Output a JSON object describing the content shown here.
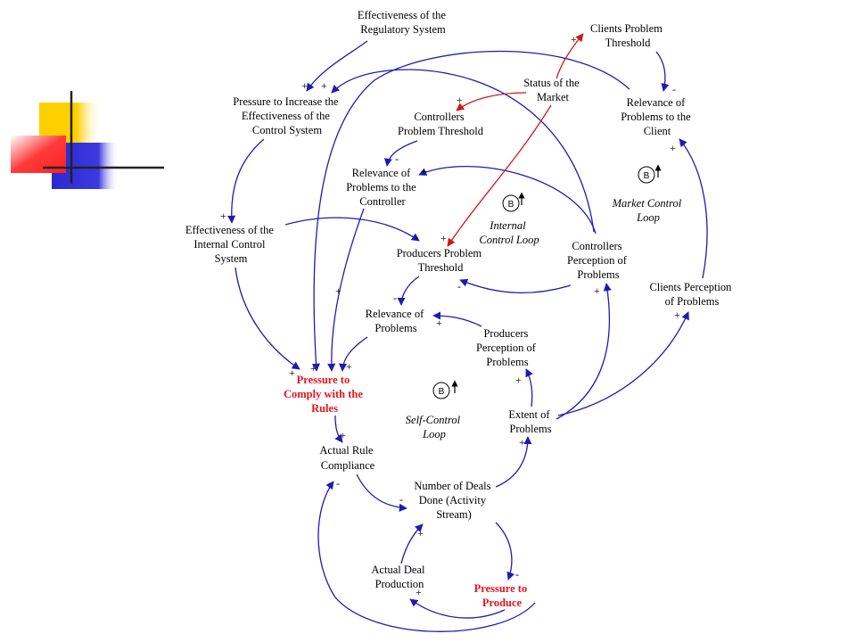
{
  "nodes": {
    "effectiveness_regulatory": [
      "Effectiveness of the",
      "Regulatory System"
    ],
    "clients_problem_threshold": [
      "Clients Problem",
      "Threshold"
    ],
    "status_market": [
      "Status of the",
      "Market"
    ],
    "pressure_increase": [
      "Pressure to Increase the",
      "Effectiveness of the",
      "Control System"
    ],
    "controllers_threshold": [
      "Controllers",
      "Problem Threshold"
    ],
    "relevance_client": [
      "Relevance of",
      "Problems to the",
      "Client"
    ],
    "relevance_controller": [
      "Relevance of",
      "Problems to the",
      "Controller"
    ],
    "effectiveness_internal": [
      "Effectiveness of the",
      "Internal Control",
      "System"
    ],
    "producers_threshold": [
      "Producers Problem",
      "Threshold"
    ],
    "controllers_perception": [
      "Controllers",
      "Perception of",
      "Problems"
    ],
    "clients_perception": [
      "Clients Perception",
      "of Problems"
    ],
    "relevance_problems": [
      "Relevance of",
      "Problems"
    ],
    "producers_perception": [
      "Producers",
      "Perception of",
      "Problems"
    ],
    "pressure_comply": [
      "Pressure to",
      "Comply with the",
      "Rules"
    ],
    "extent_problems": [
      "Extent of",
      "Problems"
    ],
    "actual_compliance": [
      "Actual Rule",
      "Compliance"
    ],
    "number_deals": [
      "Number of Deals",
      "Done (Activity",
      "Stream)"
    ],
    "actual_production": [
      "Actual Deal",
      "Production"
    ],
    "pressure_produce": [
      "Pressure to",
      "Produce"
    ]
  },
  "loops": {
    "internal": {
      "letter": "B",
      "name": [
        "Internal",
        "Control Loop"
      ]
    },
    "market": {
      "letter": "B",
      "name": [
        "Market Control",
        "Loop"
      ]
    },
    "self": {
      "letter": "B",
      "name": [
        "Self-Control",
        "Loop"
      ]
    }
  },
  "polarities": {
    "plus": "+",
    "minus": "-"
  },
  "colors": {
    "link": "#1c1cb4",
    "market_link": "#d01818",
    "highlight_text": "#e8141c",
    "deco_yellow": "#ffd000",
    "deco_red": "#ff3a3a",
    "deco_blue": "#2a2ad0"
  }
}
